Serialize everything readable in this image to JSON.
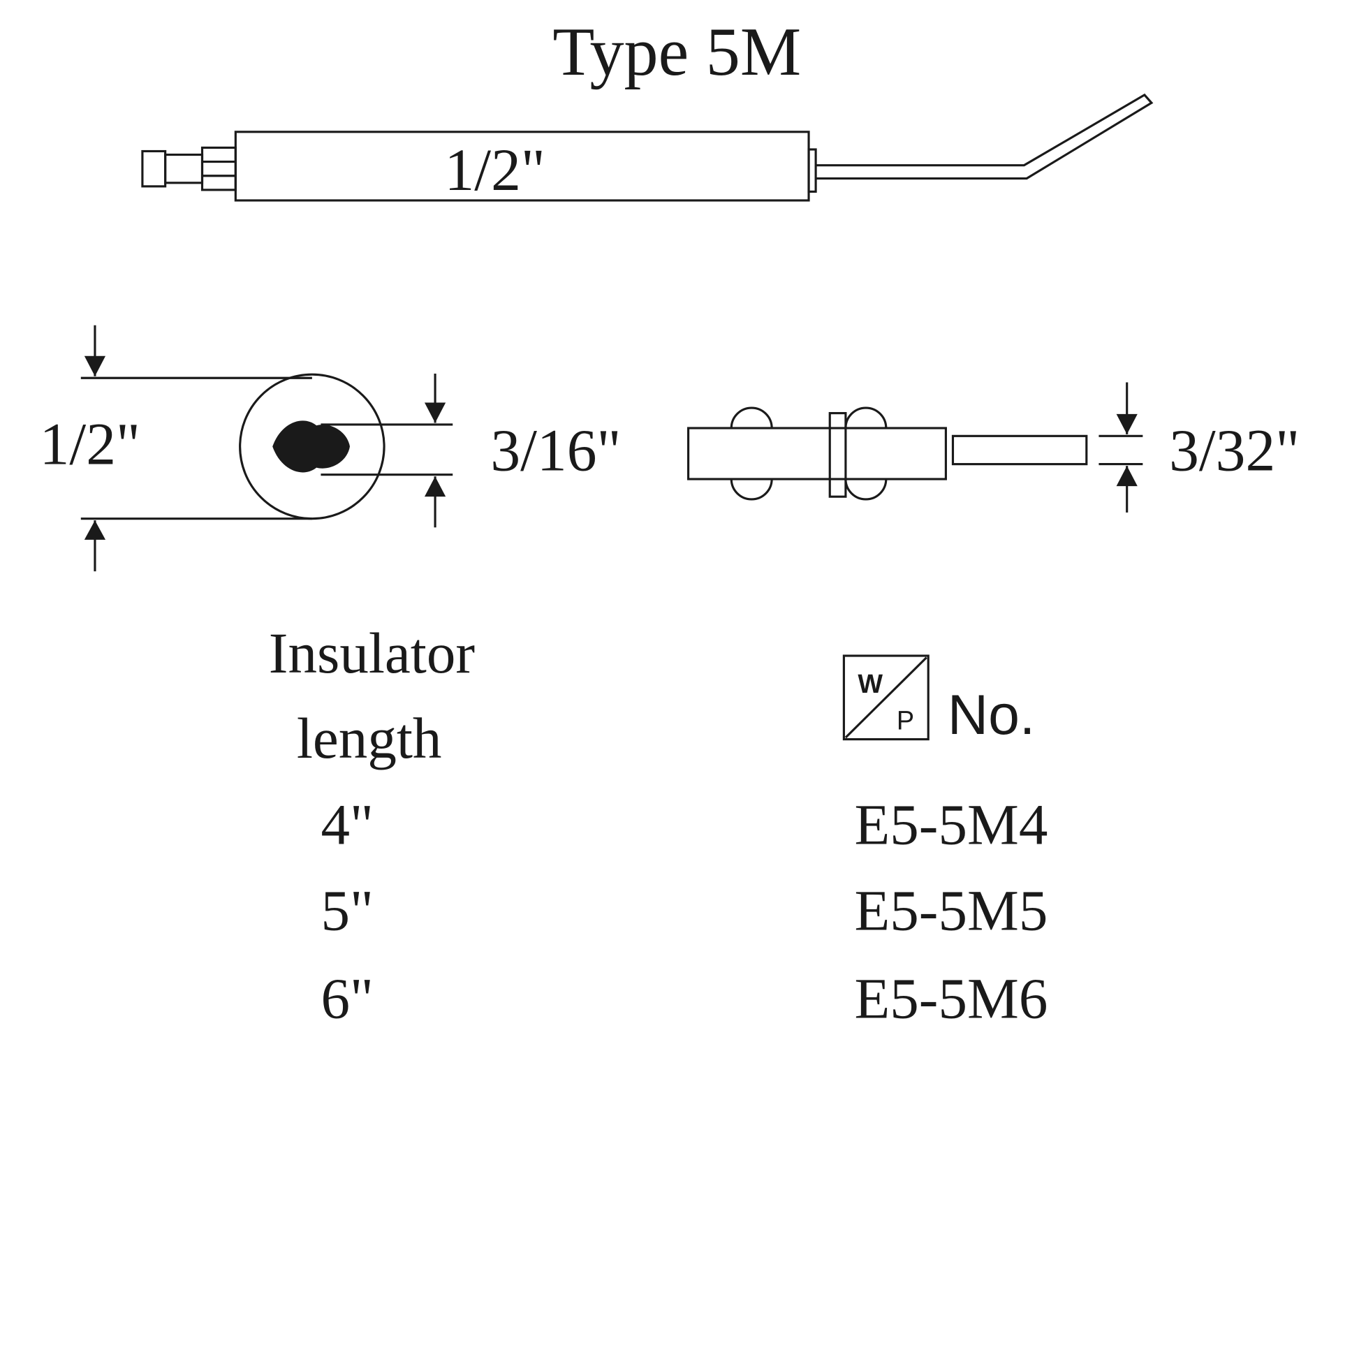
{
  "title": "Type 5M",
  "side_view": {
    "diameter_label": "1/2\""
  },
  "end_view": {
    "outer_label": "1/2\"",
    "inner_label": "3/16\""
  },
  "tip_view": {
    "wire_label": "3/32\""
  },
  "table": {
    "header_left_line1": "Insulator",
    "header_left_line2": "length",
    "logo_top": "W",
    "logo_bottom": "P",
    "header_right": "No.",
    "rows": [
      {
        "length": "4\"",
        "part": "E5-5M4"
      },
      {
        "length": "5\"",
        "part": "E5-5M5"
      },
      {
        "length": "6\"",
        "part": "E5-5M6"
      }
    ]
  }
}
